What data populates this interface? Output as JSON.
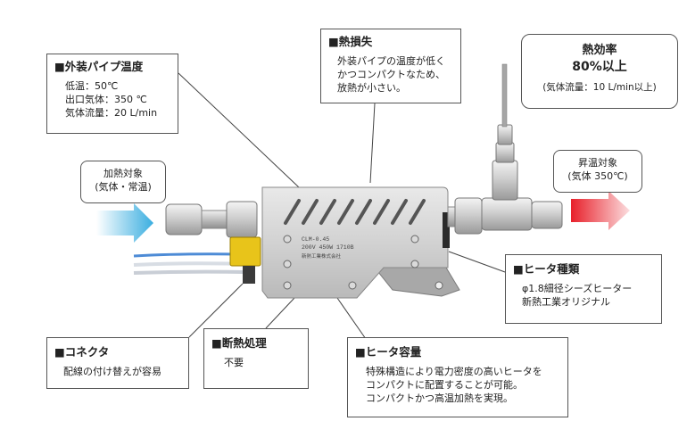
{
  "outer_temp": {
    "title": "■外装パイプ温度",
    "lines": [
      "低温：50℃",
      "出口気体：350 ℃",
      "気体流量：20 L/min"
    ]
  },
  "heat_loss": {
    "title": "■熱損失",
    "lines": [
      "外装パイプの温度が低く",
      "かつコンパクトなため、",
      "放熱が小さい。"
    ]
  },
  "efficiency": {
    "title": "熱効率",
    "value": "80%以上",
    "note": "(気体流量：10 L/min以上)"
  },
  "input": {
    "line1": "加熱対象",
    "line2": "(気体・常温)"
  },
  "output": {
    "line1": "昇温対象",
    "line2": "(気体 350℃)"
  },
  "heater_type": {
    "title": "■ヒータ種類",
    "lines": [
      "φ1.8細径シーズヒーター",
      "新熱工業オリジナル"
    ]
  },
  "connector": {
    "title": "■コネクタ",
    "lines": [
      "配線の付け替えが容易"
    ]
  },
  "insulation": {
    "title": "■断熱処理",
    "lines": [
      "不要"
    ]
  },
  "capacity": {
    "title": "■ヒータ容量",
    "lines": [
      "特殊構造により電力密度の高いヒータを",
      "コンパクトに配置することが可能。",
      "コンパクトかつ高温加熱を実現。"
    ]
  },
  "device": {
    "label_line1": "CLM-0.45",
    "label_line2": "200V 450W 1710B",
    "label_line3": "新熱工業株式会社"
  },
  "colors": {
    "inlet_arrow": "#3aaee0",
    "outlet_arrow": "#e8202a",
    "connector": "#e8c41a"
  }
}
